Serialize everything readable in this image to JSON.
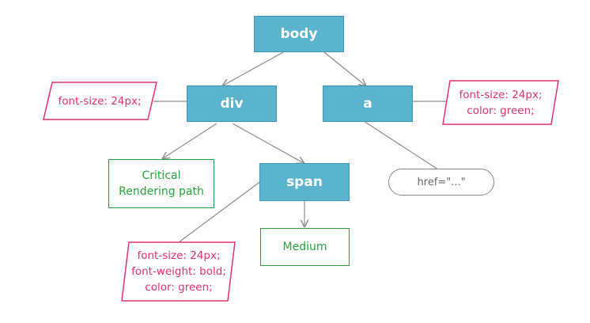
{
  "nodes": {
    "body": "body",
    "div": "div",
    "a": "a",
    "span": "span",
    "text_critical": [
      "Critical",
      "Rendering path"
    ],
    "text_medium": "Medium",
    "attr_href": "href=\"...\""
  },
  "styles": {
    "div": [
      "font-size: 24px;"
    ],
    "a": [
      "font-size: 24px;",
      "color: green;"
    ],
    "span": [
      "font-size: 24px;",
      "font-weight: bold;",
      "color: green;"
    ]
  },
  "colors": {
    "element_fill": "#5bb3cd",
    "text_node": "#27a33f",
    "css_rule": "#e2336a",
    "attribute": "#8a8a8a",
    "connector": "#8c8c8c"
  }
}
